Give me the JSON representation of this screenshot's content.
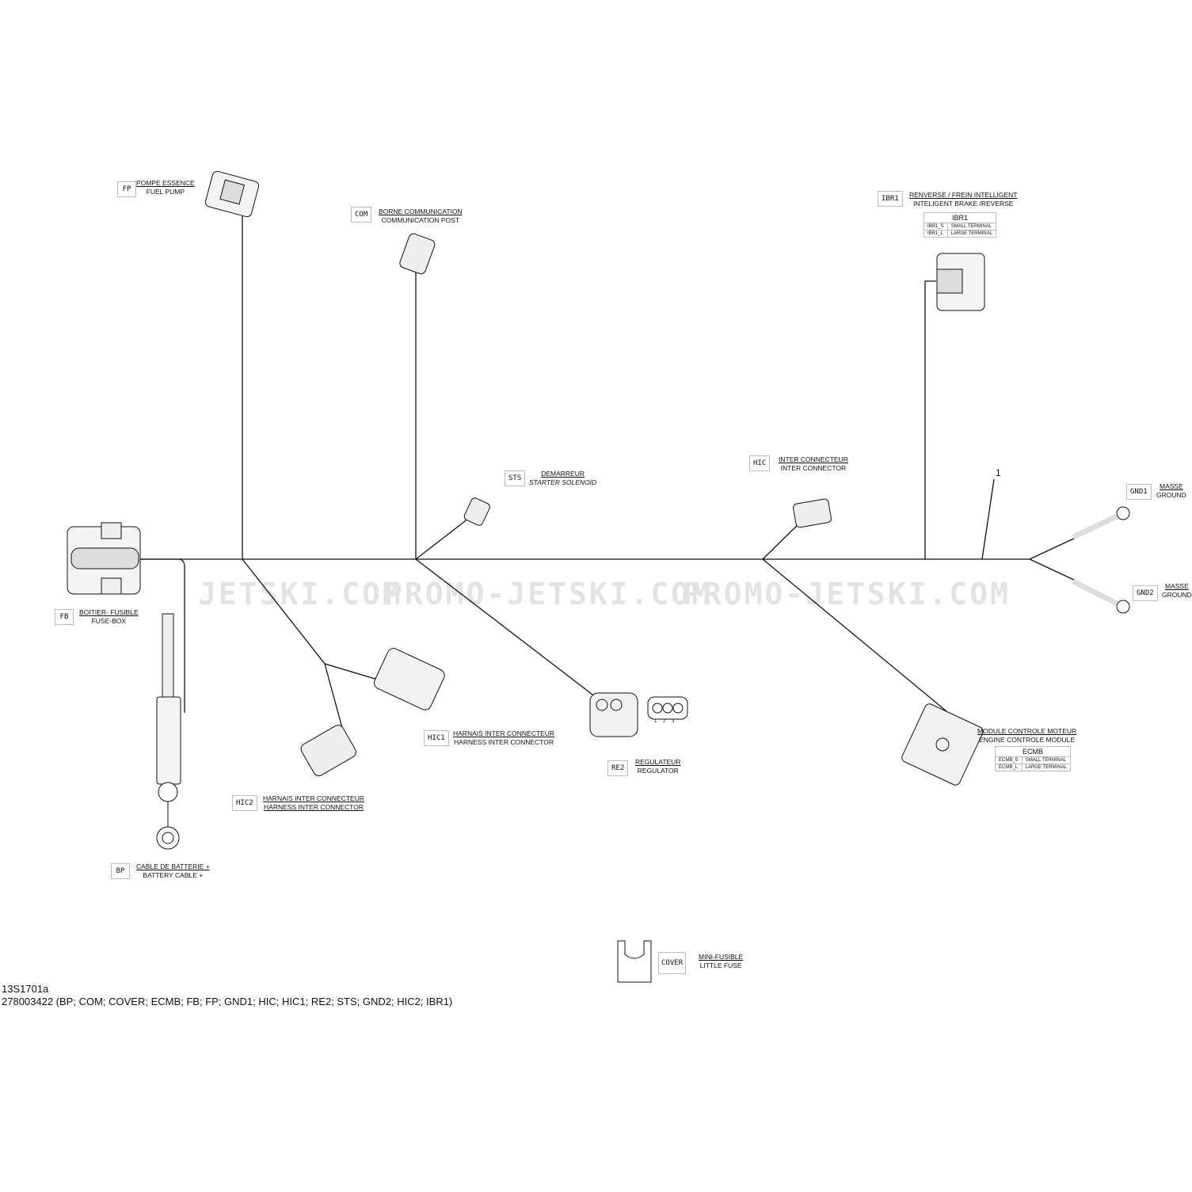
{
  "watermarks": [
    "JETSKI.COM",
    "PROMO-JETSKI.COM",
    "PROMO-JETSKI.COM"
  ],
  "components": {
    "fp": {
      "code": "FP",
      "fr": "POMPE ESSENCE",
      "en": "FUEL PUMP"
    },
    "com": {
      "code": "COM",
      "fr": "BORNE COMMUNICATION",
      "en": "COMMUNICATION POST"
    },
    "ibr1": {
      "code": "IBR1",
      "fr": "RENVERSE / FREIN INTELLIGENT",
      "en": "INTELIGENT BRAKE /REVERSE",
      "table": {
        "title": "IBR1",
        "rows": [
          [
            "IBR1_S",
            "SMALL TERMINAL"
          ],
          [
            "IBR1_L",
            "LARGE TERMINAL"
          ]
        ]
      }
    },
    "sts": {
      "code": "STS",
      "fr": "DEMARREUR",
      "en": "STARTER SOLENOID"
    },
    "hic": {
      "code": "HIC",
      "fr": "INTER CONNECTEUR",
      "en": "INTER CONNECTOR"
    },
    "gnd1": {
      "code": "GND1",
      "fr": "MASSE",
      "en": "GROUND"
    },
    "gnd2": {
      "code": "GND2",
      "fr": "MASSE",
      "en": "GROUND"
    },
    "fb": {
      "code": "FB",
      "fr": "BOITIER- FUSIBLE",
      "en": "FUSE-BOX"
    },
    "hic1": {
      "code": "HIC1",
      "fr": "HARNAIS INTER CONNECTEUR",
      "en": "HARNESS INTER CONNECTOR"
    },
    "hic2": {
      "code": "HIC2",
      "fr": "HARNAIS INTER CONNECTEUR",
      "en": "HARNESS INTER CONNECTOR"
    },
    "re2": {
      "code": "RE2",
      "fr": "REGULATEUR",
      "en": "REGULATOR",
      "pins": [
        "1",
        "2",
        "3"
      ]
    },
    "ecmb": {
      "code": "ECMB",
      "fr": "MODULE CONTROLE MOTEUR",
      "en": "ENGINE CONTROLE MODULE",
      "table": {
        "title": "ECMB",
        "rows": [
          [
            "ECMB_S",
            "SMALL TERMINAL"
          ],
          [
            "ECMB_L",
            "LARGE TERMINAL"
          ]
        ]
      }
    },
    "bp": {
      "code": "BP",
      "fr": "CABLE DE BATTERIE +",
      "en": "BATTERY CABLE +"
    },
    "cover": {
      "code": "COVER",
      "fr": "MINI-FUSIBLE",
      "en": "LITTLE FUSE"
    }
  },
  "ref_number": "1",
  "footer": {
    "drawing_id": "13S1701a",
    "part_list": "278003422 (BP; COM; COVER; ECMB; FB; FP; GND1; HIC; HIC1; RE2; STS; GND2; HIC2; IBR1)"
  }
}
